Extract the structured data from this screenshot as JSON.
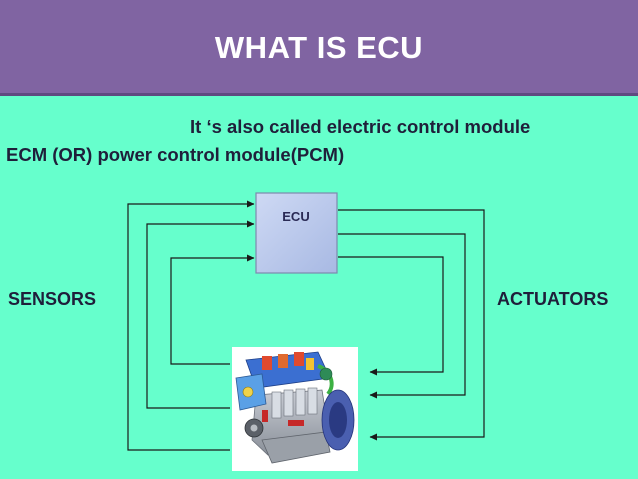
{
  "slide": {
    "title": "WHAT IS ECU",
    "subtitle_line1": "It ‘s also called electric control module",
    "subtitle_line2": "ECM (OR) power control module(PCM)"
  },
  "diagram": {
    "ecu_label": "ECU",
    "left_label": "SENSORS",
    "right_label": "ACTUATORS",
    "engine_image": "engine-cutaway-image"
  },
  "colors": {
    "background": "#66ffcc",
    "header": "#8064a2",
    "ecu_box": "#b8c8ec",
    "line": "#1a1a1a"
  }
}
